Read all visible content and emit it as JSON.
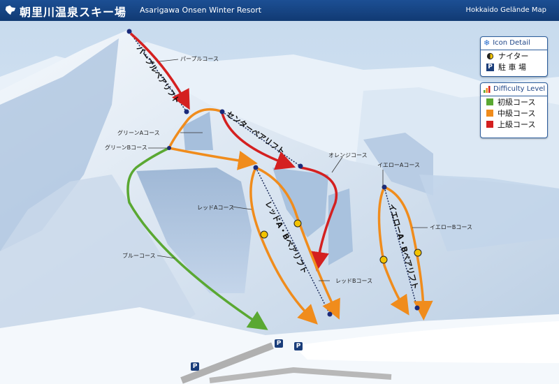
{
  "header": {
    "title": "朝里川温泉スキー場",
    "subtitle": "Asarigawa Onsen Winter Resort",
    "right": "Hokkaido Gelände Map"
  },
  "icon_panel": {
    "title": "Icon Detail",
    "items": [
      {
        "icon": "night-icon",
        "label": "ナイター"
      },
      {
        "icon": "parking-icon",
        "label": "駐 車 場"
      }
    ]
  },
  "difficulty_panel": {
    "title": "Difficulty Level",
    "items": [
      {
        "color": "#5aa832",
        "label": "初級コース"
      },
      {
        "color": "#f08c1c",
        "label": "中級コース"
      },
      {
        "color": "#d42020",
        "label": "上級コース"
      }
    ]
  },
  "course_labels": {
    "purple": "パープルコース",
    "greenA": "グリーンAコース",
    "greenB": "グリーンBコース",
    "orange": "オレンジコース",
    "yellowA": "イエローAコース",
    "yellowB": "イエローBコース",
    "redA": "レッドAコース",
    "redB": "レッドBコース",
    "blue": "ブルーコース"
  },
  "lift_labels": {
    "purple_lift": "パープルペアリフト",
    "center_lift": "センターペアリフト",
    "red_lift": "レッドA・Bペアリフト",
    "yellow_lift": "イエローA・Bペアリフト"
  },
  "parking_marker": "P"
}
